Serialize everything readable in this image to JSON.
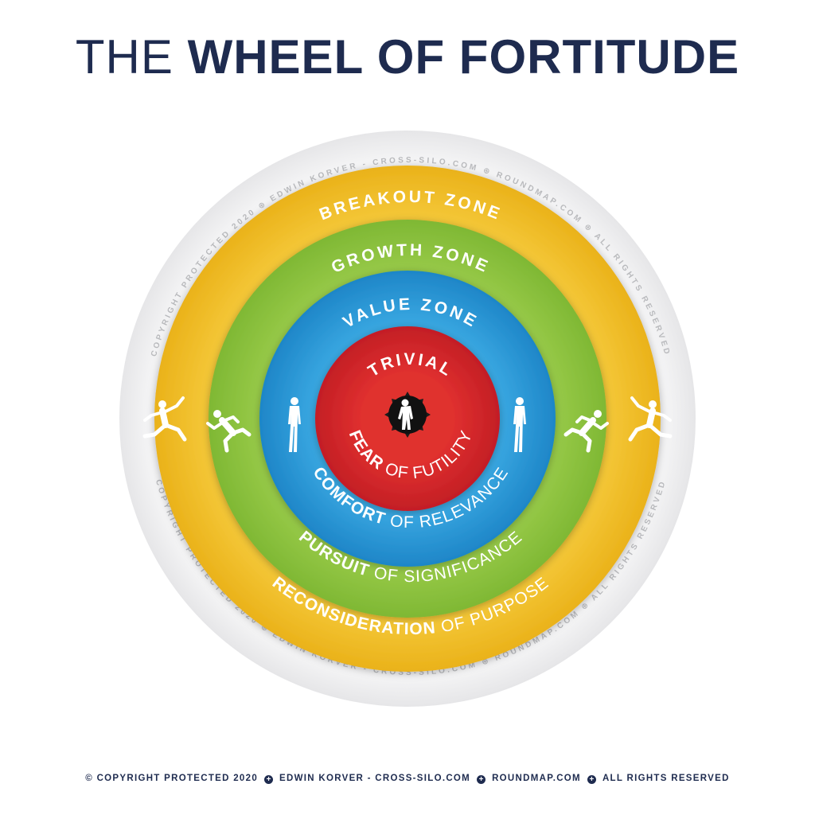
{
  "title": {
    "prefix": "THE",
    "main": "WHEEL OF FORTITUDE"
  },
  "rim": {
    "top": "COPYRIGHT PROTECTED 2020 ⊕ EDWIN KORVER - CROSS-SILO.COM ⊕ ROUNDMAP.COM ⊕ ALL RIGHTS RESERVED",
    "bottom": "COPYRIGHT PROTECTED 2020 ⊕ EDWIN KORVER - CROSS-SILO.COM ⊕ ROUNDMAP.COM ⊕ ALL RIGHTS RESERVED"
  },
  "rings": {
    "breakout": {
      "zone": "BREAKOUT ZONE",
      "bold": "RECONSIDERATION",
      "light": " OF PURPOSE",
      "color": "#f2bd22"
    },
    "growth": {
      "zone": "GROWTH ZONE",
      "bold": "PURSUIT",
      "light": " OF SIGNIFICANCE",
      "color": "#8cc43c"
    },
    "value": {
      "zone": "VALUE ZONE",
      "bold": "COMFORT",
      "light": " OF RELEVANCE",
      "color": "#2b9bd6"
    },
    "trivial": {
      "zone": "TRIVIAL",
      "bold": "FEAR",
      "light": " OF FUTILITY",
      "color": "#d8262b"
    }
  },
  "icons": {
    "left": [
      "leaping-figure-icon",
      "running-figure-icon",
      "standing-figure-icon"
    ],
    "center": "slumped-figure-icon",
    "right": [
      "standing-figure-icon",
      "running-figure-icon",
      "leaping-figure-icon"
    ]
  },
  "footer": {
    "items": [
      "© COPYRIGHT PROTECTED 2020",
      "EDWIN KORVER - CROSS-SILO.COM",
      "ROUNDMAP.COM",
      "ALL RIGHTS RESERVED"
    ],
    "separator": "+"
  }
}
